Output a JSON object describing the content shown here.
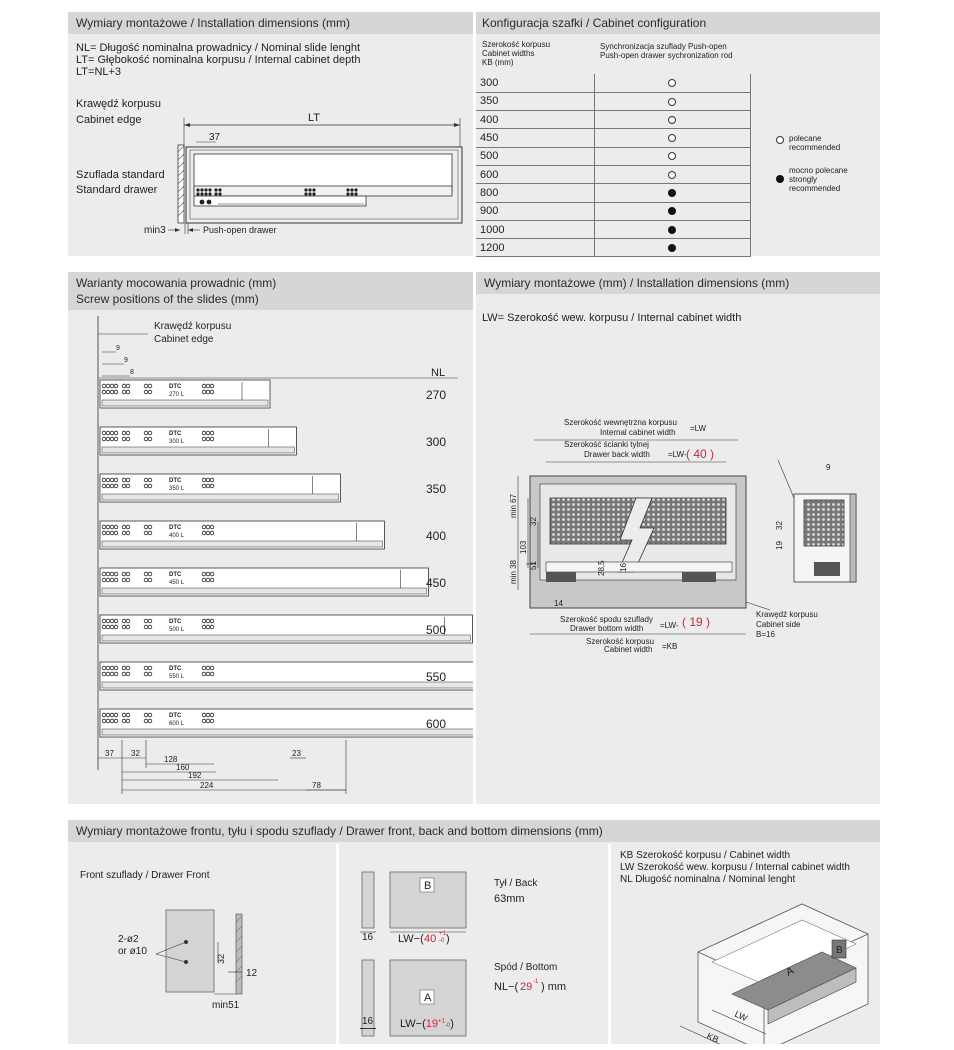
{
  "panel_install_top": {
    "title": "Wymiary montażowe / Installation dimensions (mm)",
    "def_nl": "NL= Długość nominalna prowadnicy / Nominal slide lenght",
    "def_lt": "LT= Głębokość nominalna korpusu / Internal cabinet depth",
    "def_formula": "LT=NL+3",
    "edge_pl": "Krawędź korpusu",
    "edge_en": "Cabinet edge",
    "lt_label": "LT",
    "dim_37": "37",
    "drawer_pl": "Szuflada standard",
    "drawer_en": "Standard drawer",
    "min3": "min3",
    "push_open": "Push-open drawer"
  },
  "panel_config": {
    "title": "Konfiguracja szafki / Cabinet configuration",
    "col1_line1": "Szerokość korpusu",
    "col1_line2": "Cabinet widths",
    "col1_line3": "KB (mm)",
    "col2_line1": "Synchronizacja szuflady Push-open",
    "col2_line2": "Push-open drawer sychronization rod",
    "rows": [
      {
        "kb": "300",
        "type": "o"
      },
      {
        "kb": "350",
        "type": "o"
      },
      {
        "kb": "400",
        "type": "o"
      },
      {
        "kb": "450",
        "type": "o"
      },
      {
        "kb": "500",
        "type": "o"
      },
      {
        "kb": "600",
        "type": "o"
      },
      {
        "kb": "800",
        "type": "f"
      },
      {
        "kb": "900",
        "type": "f"
      },
      {
        "kb": "1000",
        "type": "f"
      },
      {
        "kb": "1200",
        "type": "f"
      }
    ],
    "legend_rec_pl": "polecane",
    "legend_rec_en": "recommended",
    "legend_strong_pl": "mocno polecane",
    "legend_strong_en1": "strongly",
    "legend_strong_en2": "recommended"
  },
  "panel_screw": {
    "title_pl": "Warianty mocowania prowadnic (mm)",
    "title_en": "Screw positions of the slides (mm)",
    "edge_pl": "Krawędź korpusu",
    "edge_en": "Cabinet edge",
    "dim_9a": "9",
    "dim_9b": "9",
    "dim_8": "8",
    "nl_header": "NL",
    "slides": [
      {
        "nl": "270",
        "label": "270 L"
      },
      {
        "nl": "300",
        "label": "300 L"
      },
      {
        "nl": "350",
        "label": "350 L"
      },
      {
        "nl": "400",
        "label": "400 L"
      },
      {
        "nl": "450",
        "label": "450 L"
      },
      {
        "nl": "500",
        "label": "500 L"
      },
      {
        "nl": "550",
        "label": "550 L"
      },
      {
        "nl": "600",
        "label": "600 L"
      }
    ],
    "brand": "DTC",
    "dims": {
      "d37": "37",
      "d32": "32",
      "d128": "128",
      "d160": "160",
      "d192": "192",
      "d224": "224",
      "d23": "23",
      "d78": "78"
    }
  },
  "panel_install_right": {
    "title": "Wymiary montażowe (mm) / Installation dimensions (mm)",
    "lw_def": "LW= Szerokość wew. korpusu / Internal cabinet width",
    "inner_pl": "Szerokość wewnętrzna korpusu",
    "inner_en": "Internal cabinet width",
    "inner_eq": "=LW",
    "back_pl": "Szerokość ścianki tylnej",
    "back_en": "Drawer back width",
    "back_eq": "=LW-",
    "back_val": "( 40 )",
    "bottom_pl": "Szerokość spodu szuflady",
    "bottom_en": "Drawer bottom width",
    "bottom_eq": "=LW-",
    "bottom_val": "( 19 )",
    "kb_pl": "Szerokość korpusu",
    "kb_en": "Cabinet width",
    "kb_eq": "=KB",
    "side_pl": "Krawędź korpusu",
    "side_en": "Cabinet side",
    "side_b": "B=16",
    "dims": {
      "min67": "min 67",
      "min38": "min 38",
      "d103": "103",
      "d51": "51",
      "d32": "32",
      "d28": "28,5",
      "d16": "16",
      "d14": "14",
      "d9": "9",
      "d32b": "32",
      "d19": "19"
    }
  },
  "panel_bottom": {
    "title": "Wymiary montażowe frontu, tyłu i spodu szuflady / Drawer front, back and bottom dimensions (mm)",
    "front_label": "Front szuflady / Drawer Front",
    "holes_1": "2-ø2",
    "holes_2": "or ø10",
    "d32": "32",
    "d12": "12",
    "min51": "min51",
    "b_letter": "B",
    "a_letter": "A",
    "d16a": "16",
    "d16b": "16",
    "back_formula_pre": "LW−(",
    "back_formula_val": "40",
    "back_tol_up": "+1",
    "back_tol_dn": "-0",
    "back_formula_post": ")",
    "bottom_formula_pre": "LW−(",
    "bottom_formula_val": "19",
    "bottom_tol_up": "+1",
    "bottom_tol_dn": "-0",
    "bottom_formula_post": ")",
    "back_title": "Tył / Back",
    "back_height": "63mm",
    "bottom_title": "Spód / Bottom",
    "nl_formula_pre": "NL−(",
    "nl_formula_val": "29",
    "nl_tol": "-1",
    "nl_formula_post": ") mm",
    "legend_kb": "KB  Szerokość korpusu / Cabinet width",
    "legend_lw": "LW Szerokość wew. korpusu / Internal cabinet width",
    "legend_nl": "NL  Długość nominalna / Nominal lenght",
    "iso_b": "B",
    "iso_a": "A",
    "iso_lw": "LW",
    "iso_kb": "KB"
  }
}
